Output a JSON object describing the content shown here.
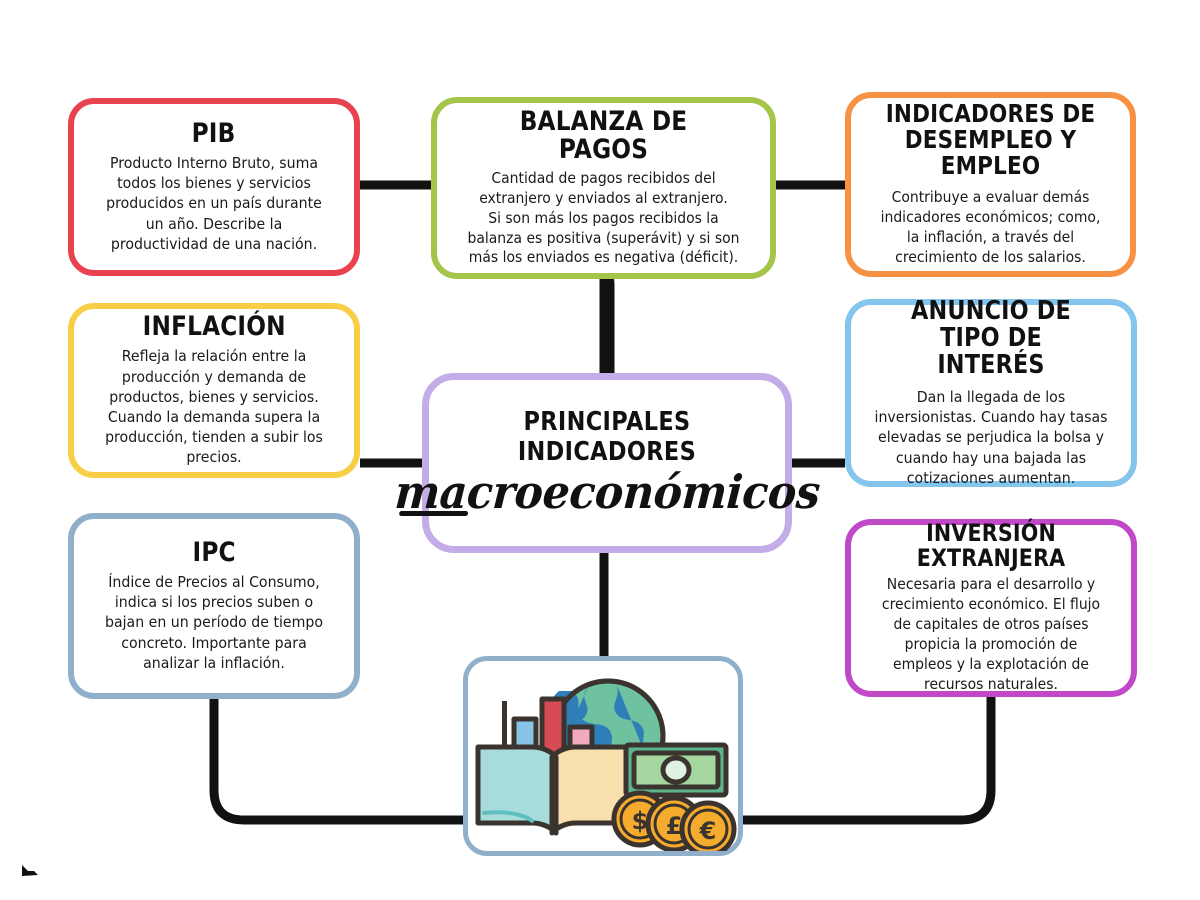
{
  "diagram": {
    "type": "mind-map",
    "language": "es",
    "center": {
      "line1": "PRINCIPALES INDICADORES",
      "line2": "macroeconómicos",
      "border_color": "#C3ACE8"
    },
    "nodes": [
      {
        "id": "pib",
        "title": "PIB",
        "body": "Producto Interno Bruto, suma todos los bienes y servicios producidos en un país durante un año. Describe la productividad de una nación.",
        "border_color": "#E8414F",
        "position": "top-left"
      },
      {
        "id": "balanza",
        "title": "BALANZA DE PAGOS",
        "body": "Cantidad de pagos recibidos del extranjero y enviados al extranjero.\nSi son más los pagos recibidos la balanza es positiva (superávit) y si son más los enviados es negativa (déficit).",
        "border_color": "#A4C44A",
        "position": "top-center"
      },
      {
        "id": "empleo",
        "title": "INDICADORES DE\nDESEMPLEO Y EMPLEO",
        "body": "Contribuye a evaluar demás indicadores económicos; como, la inflación, a través del crecimiento de los salarios.",
        "border_color": "#F79245",
        "position": "top-right"
      },
      {
        "id": "inflacion",
        "title": "INFLACIÓN",
        "body": "Refleja la relación entre la producción y demanda de productos, bienes y servicios. Cuando la demanda supera la producción, tienden a subir los precios.",
        "border_color": "#F7CE46",
        "position": "middle-left"
      },
      {
        "id": "interes",
        "title": "ANUNCIO DE\nTIPO DE INTERÉS",
        "body": "Dan la llegada de los inversionistas. Cuando hay tasas elevadas se perjudica la bolsa y cuando hay una bajada las cotizaciones aumentan.",
        "border_color": "#84C5ED",
        "position": "middle-right"
      },
      {
        "id": "ipc",
        "title": "IPC",
        "body": "Índice de Precios al Consumo, indica si los precios suben o bajan en un período de tiempo concreto. Importante para analizar la inflación.",
        "border_color": "#8FAFCB",
        "position": "bottom-left"
      },
      {
        "id": "inversion",
        "title": "INVERSIÓN EXTRANJERA",
        "body": "Necesaria para el desarrollo y crecimiento económico. El flujo de capitales de otros países propicia la promoción de empleos y la explotación de recursos naturales.",
        "border_color": "#C148C6",
        "position": "bottom-right"
      }
    ],
    "illustration": {
      "name": "economics-illustration",
      "border_color": "#8FAFCB",
      "elements": [
        "open-book-icon",
        "bar-chart-icon",
        "globe-icon",
        "banknote-icon",
        "coin-dollar-icon",
        "coin-pound-icon",
        "coin-euro-icon"
      ],
      "coin_symbols": [
        "$",
        "£",
        "€"
      ],
      "colors": {
        "globe_land": "#6FC2A0",
        "globe_ocean": "#2E7FB8",
        "book_left": "#A8DCDC",
        "book_right": "#F8DFAE",
        "bar_blue": "#88C4E8",
        "bar_red": "#D94B54",
        "bar_pink": "#F2A8BE",
        "banknote": "#8CC48C",
        "coin": "#F5AB2E",
        "outline": "#3B332E"
      }
    },
    "connector_color": "#111111"
  }
}
